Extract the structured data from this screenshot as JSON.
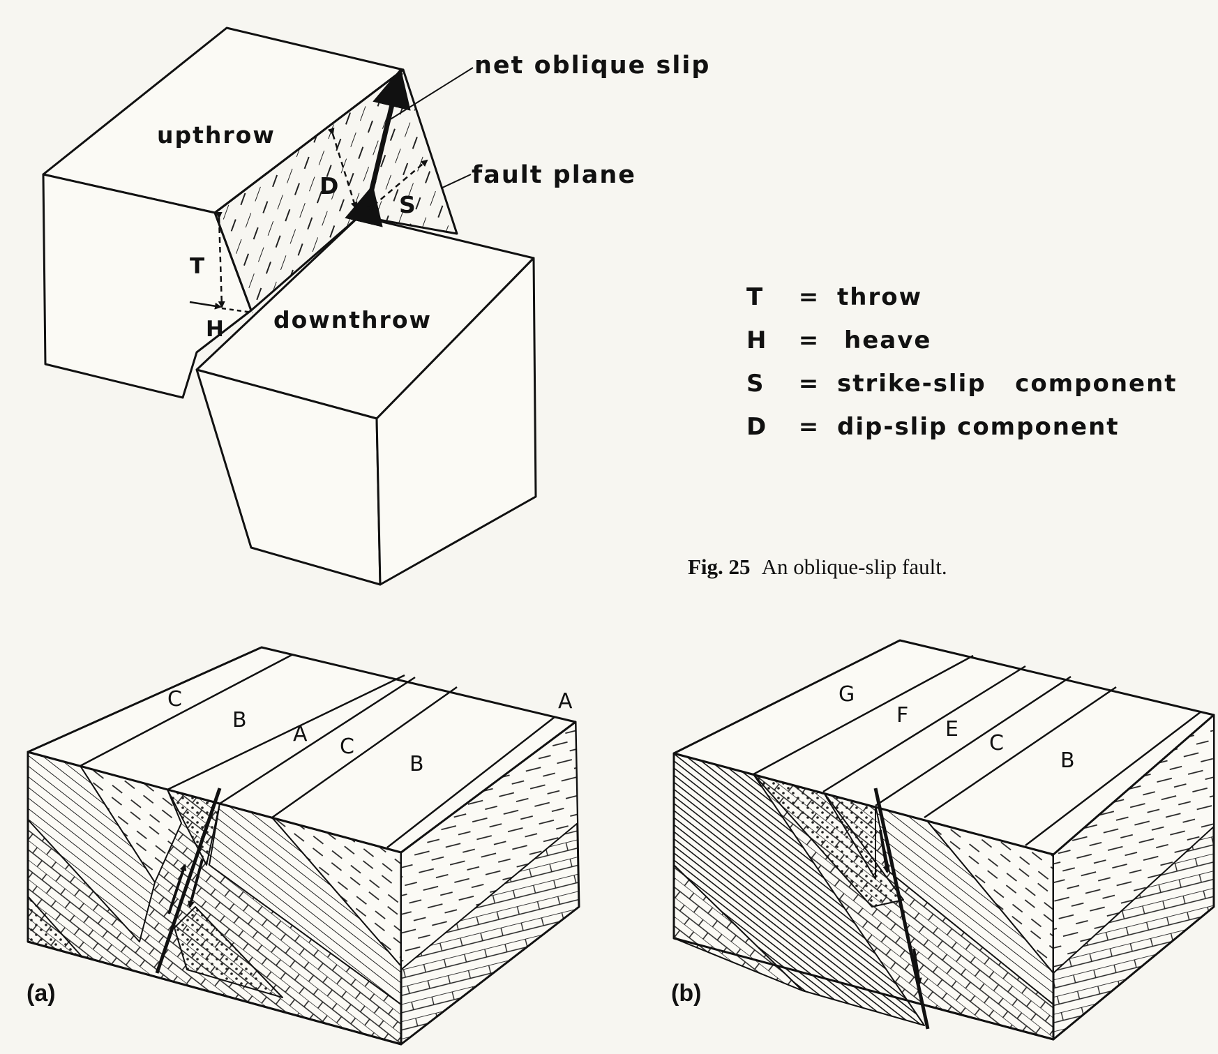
{
  "fig25": {
    "labels": {
      "upthrow": "upthrow",
      "downthrow": "downthrow",
      "net_oblique_slip": "net oblique slip",
      "fault_plane": "fault plane",
      "T": "T",
      "H": "H",
      "D": "D",
      "S": "S"
    },
    "legend": [
      {
        "symbol": "T",
        "eq": "=",
        "meaning": "throw"
      },
      {
        "symbol": "H",
        "eq": "=",
        "meaning": "heave"
      },
      {
        "symbol": "S",
        "eq": "=",
        "meaning": "strike-slip   component"
      },
      {
        "symbol": "D",
        "eq": "=",
        "meaning": "dip-slip component"
      }
    ],
    "caption": {
      "number": "Fig. 25",
      "text": "An oblique-slip fault."
    }
  },
  "block_a": {
    "label": "(a)",
    "beds": [
      "C",
      "B",
      "A",
      "C",
      "B",
      "A"
    ]
  },
  "block_b": {
    "label": "(b)",
    "beds": [
      "G",
      "F",
      "E",
      "C",
      "B"
    ]
  }
}
